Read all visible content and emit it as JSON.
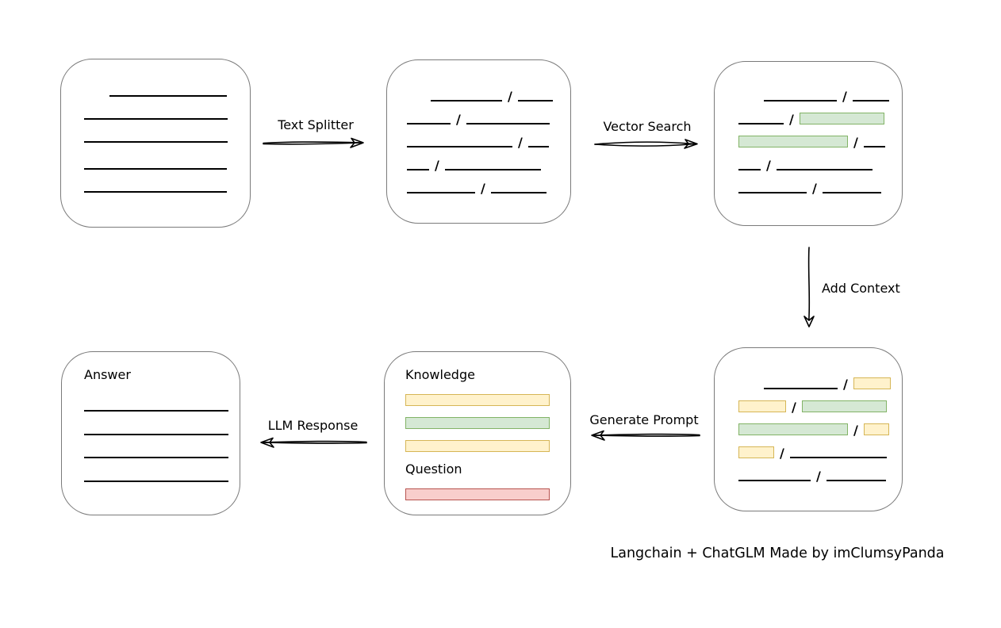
{
  "credit_text": "Langchain + ChatGLM Made by imClumsyPanda",
  "colors": {
    "green_fill": "#d5e8d4",
    "green_stroke": "#82b366",
    "yellow_fill": "#fff2cc",
    "yellow_stroke": "#d6b656",
    "red_fill": "#f8cecc",
    "red_stroke": "#b85450",
    "box_stroke": "#7a7a7a",
    "line_color": "#000000"
  },
  "arrows": {
    "text_splitter": {
      "label": "Text Splitter"
    },
    "vector_search": {
      "label": "Vector Search"
    },
    "add_context": {
      "label": "Add Context"
    },
    "generate_prompt": {
      "label": "Generate Prompt"
    },
    "llm_response": {
      "label": "LLM Response"
    }
  },
  "boxes": {
    "document": {
      "name": "source-document",
      "rows": [
        {
          "indent": 32,
          "tokens": [
            {
              "t": "line",
              "w": 148
            }
          ]
        },
        {
          "tokens": [
            {
              "t": "line",
              "w": 181
            }
          ]
        },
        {
          "tokens": [
            {
              "t": "line",
              "w": 181
            }
          ]
        },
        {
          "mt": 5,
          "tokens": [
            {
              "t": "line",
              "w": 180
            }
          ]
        },
        {
          "tokens": [
            {
              "t": "line",
              "w": 180
            }
          ]
        }
      ]
    },
    "chunks": {
      "name": "split-text-chunks",
      "rows": [
        {
          "indent": 30,
          "tokens": [
            {
              "t": "line",
              "w": 90
            },
            {
              "t": "slash"
            },
            {
              "t": "line",
              "w": 44
            }
          ]
        },
        {
          "tokens": [
            {
              "t": "line",
              "w": 55
            },
            {
              "t": "slash"
            },
            {
              "t": "line",
              "w": 105
            }
          ]
        },
        {
          "tokens": [
            {
              "t": "line",
              "w": 133
            },
            {
              "t": "slash"
            },
            {
              "t": "line",
              "w": 26
            }
          ]
        },
        {
          "tokens": [
            {
              "t": "line",
              "w": 28
            },
            {
              "t": "slash"
            },
            {
              "t": "line",
              "w": 121
            }
          ]
        },
        {
          "tokens": [
            {
              "t": "line",
              "w": 86
            },
            {
              "t": "slash"
            },
            {
              "t": "line",
              "w": 70
            }
          ]
        }
      ]
    },
    "vector_matches": {
      "name": "vector-search-matches",
      "rows": [
        {
          "indent": 32,
          "tokens": [
            {
              "t": "line",
              "w": 92
            },
            {
              "t": "slash"
            },
            {
              "t": "line",
              "w": 46
            }
          ]
        },
        {
          "tokens": [
            {
              "t": "line",
              "w": 57
            },
            {
              "t": "slash"
            },
            {
              "t": "green",
              "w": 107
            }
          ]
        },
        {
          "tokens": [
            {
              "t": "green",
              "w": 138
            },
            {
              "t": "slash"
            },
            {
              "t": "line",
              "w": 27
            }
          ]
        },
        {
          "tokens": [
            {
              "t": "line",
              "w": 28
            },
            {
              "t": "slash"
            },
            {
              "t": "line",
              "w": 121
            }
          ]
        },
        {
          "tokens": [
            {
              "t": "line",
              "w": 86
            },
            {
              "t": "slash"
            },
            {
              "t": "line",
              "w": 74
            }
          ]
        }
      ]
    },
    "context": {
      "name": "context-chunks",
      "rows": [
        {
          "indent": 32,
          "tokens": [
            {
              "t": "line",
              "w": 93
            },
            {
              "t": "slash"
            },
            {
              "t": "yellow",
              "w": 47
            }
          ]
        },
        {
          "tokens": [
            {
              "t": "yellow",
              "w": 60
            },
            {
              "t": "slash"
            },
            {
              "t": "green",
              "w": 107
            }
          ]
        },
        {
          "tokens": [
            {
              "t": "green",
              "w": 138
            },
            {
              "t": "slash"
            },
            {
              "t": "yellow",
              "w": 32
            }
          ]
        },
        {
          "tokens": [
            {
              "t": "yellow",
              "w": 45
            },
            {
              "t": "slash"
            },
            {
              "t": "line",
              "w": 122
            }
          ]
        },
        {
          "tokens": [
            {
              "t": "line",
              "w": 91
            },
            {
              "t": "slash"
            },
            {
              "t": "line",
              "w": 75
            }
          ]
        }
      ]
    },
    "prompt": {
      "name": "prompt-knowledge-question",
      "rows": [
        {
          "tokens": [
            {
              "t": "text",
              "v": "Knowledge",
              "name": "knowledge-label"
            }
          ]
        },
        {
          "tokens": [
            {
              "t": "yellow",
              "w": 182
            }
          ]
        },
        {
          "tokens": [
            {
              "t": "green",
              "w": 182
            }
          ]
        },
        {
          "tokens": [
            {
              "t": "yellow",
              "w": 182
            }
          ]
        },
        {
          "mt": 3,
          "tokens": [
            {
              "t": "text",
              "v": "Question",
              "name": "question-label"
            }
          ]
        },
        {
          "tokens": [
            {
              "t": "red",
              "w": 182
            }
          ]
        }
      ]
    },
    "answer": {
      "name": "answer-document",
      "rows": [
        {
          "tokens": [
            {
              "t": "text",
              "v": "Answer",
              "name": "answer-label"
            }
          ]
        },
        {
          "mt": 7,
          "tokens": [
            {
              "t": "line",
              "w": 182
            }
          ]
        },
        {
          "mt": 1,
          "tokens": [
            {
              "t": "line",
              "w": 182
            }
          ]
        },
        {
          "tokens": [
            {
              "t": "line",
              "w": 182
            }
          ]
        },
        {
          "mt": 1,
          "tokens": [
            {
              "t": "line",
              "w": 182
            }
          ]
        }
      ]
    }
  }
}
